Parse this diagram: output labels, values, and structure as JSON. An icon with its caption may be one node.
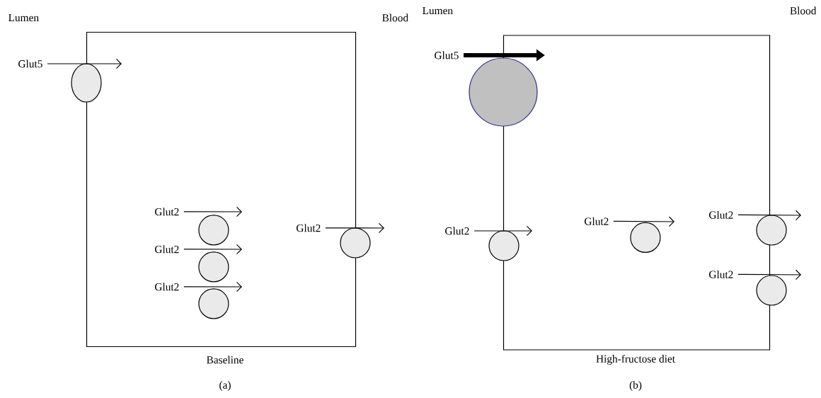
{
  "diagram": {
    "nodes": [
      {
        "text": [],
        "shape": "box",
        "beside": [
          "Baseline"
        ]
      },
      {
        "text": [
          "Glut5"
        ]
      },
      {
        "text": [],
        "shape": "circle"
      },
      {
        "text": [
          "Glut2"
        ],
        "in": 0
      },
      {
        "text": [],
        "shape": "circle",
        "in": 0
      },
      {
        "text": [
          "Glut2"
        ],
        "in": 0
      },
      {
        "text": [],
        "shape": "circle",
        "in": 0
      },
      {
        "text": [
          "Glut2"
        ],
        "in": 0
      },
      {
        "text": [],
        "shape": "circle",
        "in": 0
      },
      {
        "text": [
          "Glut2"
        ],
        "in": 0
      },
      {
        "text": [],
        "shape": "circle"
      },
      {
        "text": [],
        "shape": "box",
        "beside": [
          "High-fructose diet"
        ]
      },
      {
        "text": [
          "Glut5"
        ]
      },
      {
        "text": [],
        "shape": "circle"
      },
      {
        "text": [
          "Glut2"
        ]
      },
      {
        "text": [],
        "shape": "circle"
      },
      {
        "text": [
          "Glut2"
        ],
        "in": 11
      },
      {
        "text": [],
        "shape": "circle",
        "in": 11
      },
      {
        "text": [
          "Glut2"
        ],
        "in": 11
      },
      {
        "text": [],
        "shape": "circle"
      },
      {
        "text": [
          "Glut2"
        ],
        "in": 11
      },
      {
        "text": [],
        "shape": "circle"
      }
    ],
    "edges": [
      {
        "from": 1,
        "to": null,
        "arrow": "to"
      },
      {
        "from": 3,
        "to": null,
        "arrow": "to"
      },
      {
        "from": 5,
        "to": null,
        "arrow": "to"
      },
      {
        "from": 7,
        "to": null,
        "arrow": "to"
      },
      {
        "from": 9,
        "to": null,
        "arrow": "to"
      },
      {
        "from": 12,
        "to": null,
        "arrow": "to",
        "style": "thick"
      },
      {
        "from": 14,
        "to": null,
        "arrow": "to"
      },
      {
        "from": 16,
        "to": null,
        "arrow": "to"
      },
      {
        "from": 18,
        "to": null,
        "arrow": "to"
      },
      {
        "from": 20,
        "to": null,
        "arrow": "to"
      }
    ],
    "labels": [
      "Lumen",
      "Blood",
      "(a)",
      "Lumen",
      "Blood",
      "(b)"
    ]
  }
}
